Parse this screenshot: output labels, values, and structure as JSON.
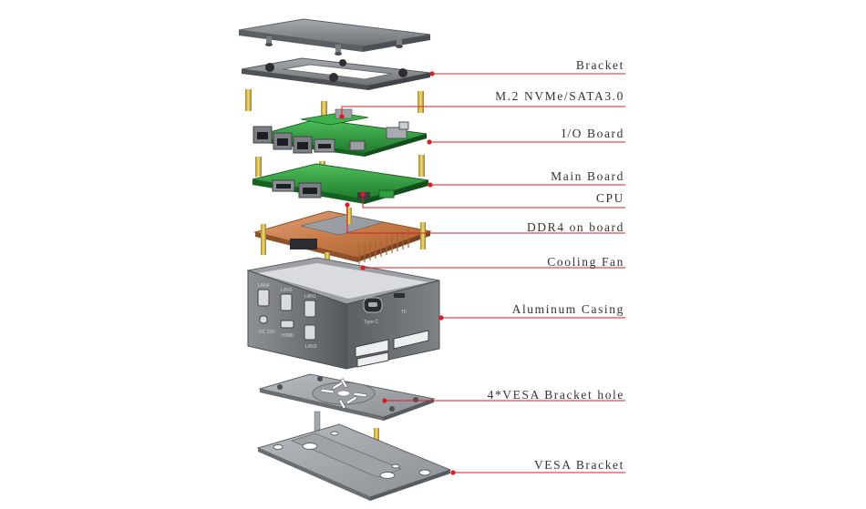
{
  "labels": [
    {
      "id": "bracket",
      "text": "Bracket"
    },
    {
      "id": "m2",
      "text": "M.2 NVMe/SATA3.0"
    },
    {
      "id": "io-board",
      "text": "I/O Board"
    },
    {
      "id": "main-board",
      "text": "Main Board"
    },
    {
      "id": "cpu",
      "text": "CPU"
    },
    {
      "id": "ddr4",
      "text": "DDR4 on board"
    },
    {
      "id": "cooling-fan",
      "text": "Cooling Fan"
    },
    {
      "id": "casing",
      "text": "Aluminum Casing"
    },
    {
      "id": "vesa-hole",
      "text": "4*VESA Bracket hole"
    },
    {
      "id": "vesa-bracket",
      "text": "VESA Bracket"
    }
  ],
  "casing_markings": {
    "type_c": "Type-C",
    "tf": "TF",
    "lan1": "LAN1",
    "lan2": "LAN2",
    "lan3": "LAN3",
    "lan4": "LAN4",
    "dc": "DC 12V",
    "hdmi": "HDMI"
  },
  "colors": {
    "leader_line": "#d81f26",
    "leader_dot": "#d81f26",
    "label_text": "#333333",
    "pcb": "#2f9e3e",
    "metal": "#8a8d91",
    "copper": "#c9804e"
  }
}
